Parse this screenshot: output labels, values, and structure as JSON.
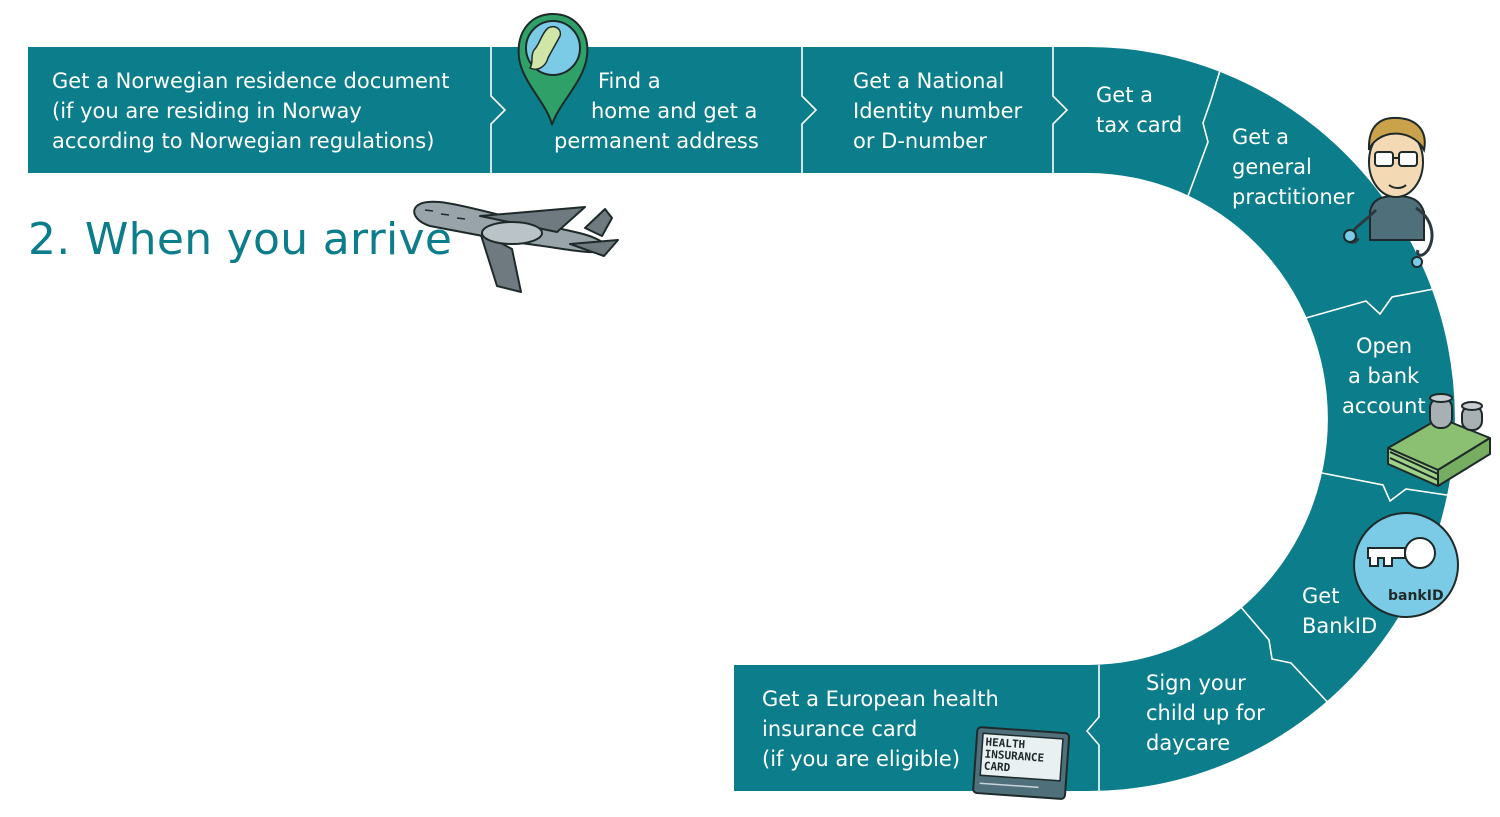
{
  "title": "2. When you arrive",
  "colors": {
    "band": "#0c7d8a",
    "divider": "#ffffff",
    "title": "#0c7d8a"
  },
  "steps": [
    {
      "id": "residence-document",
      "lines": [
        "Get a Norwegian residence document",
        "(if you are residing in Norway",
        "according to Norwegian regulations)"
      ]
    },
    {
      "id": "home-address",
      "lines": [
        "Find a",
        "home and get a",
        "permanent address"
      ]
    },
    {
      "id": "national-id",
      "lines": [
        "Get a National",
        "Identity number",
        "or D-number"
      ]
    },
    {
      "id": "tax-card",
      "lines": [
        "Get a",
        "tax card"
      ]
    },
    {
      "id": "general-practitioner",
      "lines": [
        "Get a",
        "general",
        "practitioner"
      ]
    },
    {
      "id": "bank-account",
      "lines": [
        "Open",
        "a bank",
        "account"
      ]
    },
    {
      "id": "bankid",
      "lines": [
        "Get",
        "BankID"
      ]
    },
    {
      "id": "daycare",
      "lines": [
        "Sign your",
        "child up for",
        "daycare"
      ]
    },
    {
      "id": "health-card",
      "lines": [
        "Get a European health",
        "insurance card",
        "(if you are eligible)"
      ]
    }
  ],
  "illustrations": {
    "pin": {
      "icon": "location-pin-icon"
    },
    "plane": {
      "icon": "airplane-icon"
    },
    "doctor": {
      "icon": "doctor-icon"
    },
    "money": {
      "icon": "money-stack-icon"
    },
    "bankid": {
      "icon": "bankid-key-icon",
      "label": "bankID"
    },
    "card": {
      "icon": "health-card-icon",
      "lines": [
        "HEALTH",
        "INSURANCE",
        "CARD"
      ]
    }
  }
}
